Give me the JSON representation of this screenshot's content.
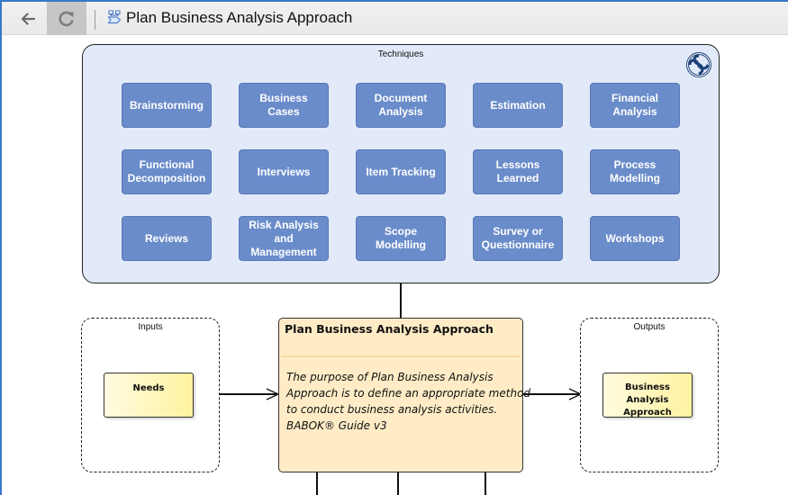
{
  "toolbar": {
    "back_icon": "arrow-left-icon",
    "refresh_icon": "refresh-icon",
    "diagram_icon": "activity-diagram-icon",
    "title": "Plan Business Analysis Approach"
  },
  "techniques": {
    "title": "Techniques",
    "logo_icon": "babok-logo-icon",
    "items": [
      [
        "Brainstorming"
      ],
      [
        "Business",
        "Cases"
      ],
      [
        "Document",
        "Analysis"
      ],
      [
        "Estimation"
      ],
      [
        "Financial",
        "Analysis"
      ],
      [
        "Functional",
        "Decomposition"
      ],
      [
        "Interviews"
      ],
      [
        "Item Tracking"
      ],
      [
        "Lessons",
        "Learned"
      ],
      [
        "Process",
        "Modelling"
      ],
      [
        "Reviews"
      ],
      [
        "Risk Analysis",
        "and",
        "Management"
      ],
      [
        "Scope",
        "Modelling"
      ],
      [
        "Survey or",
        "Questionnaire"
      ],
      [
        "Workshops"
      ]
    ]
  },
  "inputs": {
    "title": "Inputs",
    "items": [
      "Needs"
    ]
  },
  "task": {
    "title": "Plan Business Analysis Approach",
    "description_lines": [
      "The purpose of Plan Business Analysis",
      "Approach is to define an appropriate method",
      "to conduct business analysis activities.",
      "BABOK® Guide v3"
    ]
  },
  "outputs": {
    "title": "Outputs",
    "items": [
      "Business Analysis",
      "Approach"
    ]
  },
  "colors": {
    "technique_fill": "#6a8cca",
    "techniques_bg": "#e2eaf9",
    "task_fill": "#ffecc6",
    "artifact_fill": "#fff29f",
    "accent": "#3a78c8"
  }
}
